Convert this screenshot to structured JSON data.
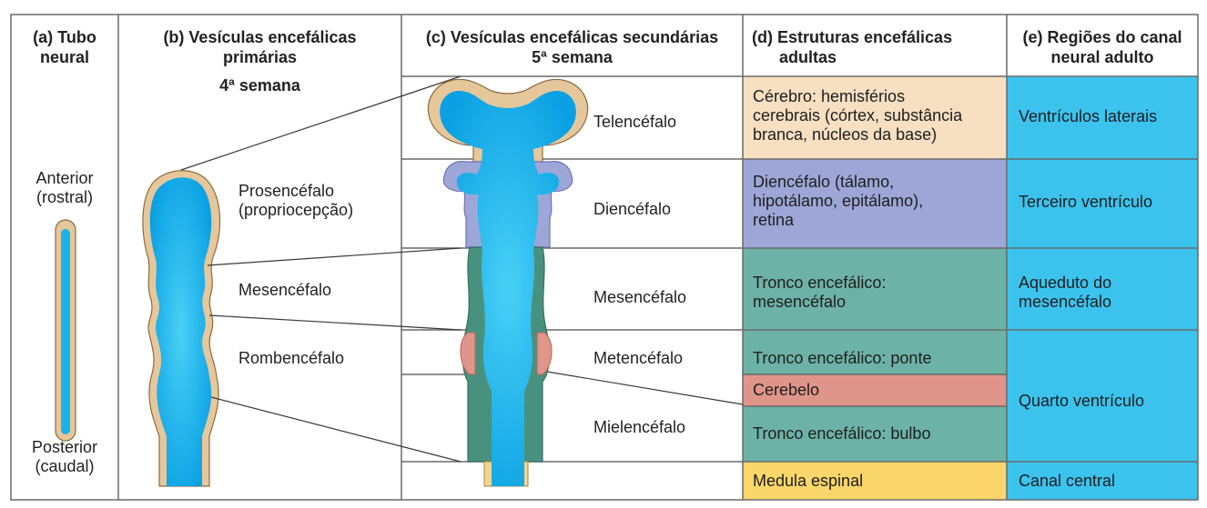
{
  "headers": {
    "a_line1": "(a) Tubo",
    "a_line2": "neural",
    "b_line1": "(b) Vesículas encefálicas",
    "b_line2": "primárias",
    "b_week": "4ª semana",
    "c_line1": "(c) Vesículas encefálicas secundárias",
    "c_week": "5ª semana",
    "d_line1": "(d) Estruturas encefálicas",
    "d_line2": "adultas",
    "e_line1": "(e) Regiões do canal",
    "e_line2": "neural adulto"
  },
  "neural_tube": {
    "anterior_line1": "Anterior",
    "anterior_line2": "(rostral)",
    "posterior_line1": "Posterior",
    "posterior_line2": "(caudal)"
  },
  "primary_vesicles": {
    "prosencephalon_line1": "Prosencéfalo",
    "prosencephalon_line2": "(propriocepção)",
    "mesencephalon": "Mesencéfalo",
    "rhombencephalon": "Rombencéfalo"
  },
  "secondary_vesicles": {
    "telencephalon": "Telencéfalo",
    "diencephalon": "Diencéfalo",
    "mesencephalon": "Mesencéfalo",
    "metencephalon": "Metencéfalo",
    "myelencephalon": "Mielencéfalo"
  },
  "adult_structures": {
    "cerebrum_line1": "Cérebro: hemisférios",
    "cerebrum_line2": "cerebrais (córtex, substância",
    "cerebrum_line3": "branca, núcleos da base)",
    "diencephalon_line1": "Diencéfalo (tálamo,",
    "diencephalon_line2": "hipotálamo, epitálamo),",
    "diencephalon_line3": "retina",
    "midbrain_line1": "Tronco encefálico:",
    "midbrain_line2": "mesencéfalo",
    "pons": "Tronco encefálico: ponte",
    "cerebellum": "Cerebelo",
    "medulla": "Tronco encefálico: bulbo",
    "spinal_cord": "Medula espinal"
  },
  "canal_regions": {
    "lateral_ventricles": "Ventrículos laterais",
    "third_ventricle": "Terceiro ventrículo",
    "aqueduct_line1": "Aqueduto do",
    "aqueduct_line2": "mesencéfalo",
    "fourth_ventricle": "Quarto ventrículo",
    "central_canal": "Canal central"
  },
  "colors": {
    "canal_blue": "#1ab2ea",
    "wall_tan": "#e6c79c",
    "telencephalon_fill": "#f7dfc1",
    "diencephalon_fill": "#9ea6d8",
    "brainstem_fill": "#6db2a6",
    "cerebellum_fill": "#e0958a",
    "spinal_fill": "#fbd66a",
    "region_fill": "#3bc3ee"
  }
}
